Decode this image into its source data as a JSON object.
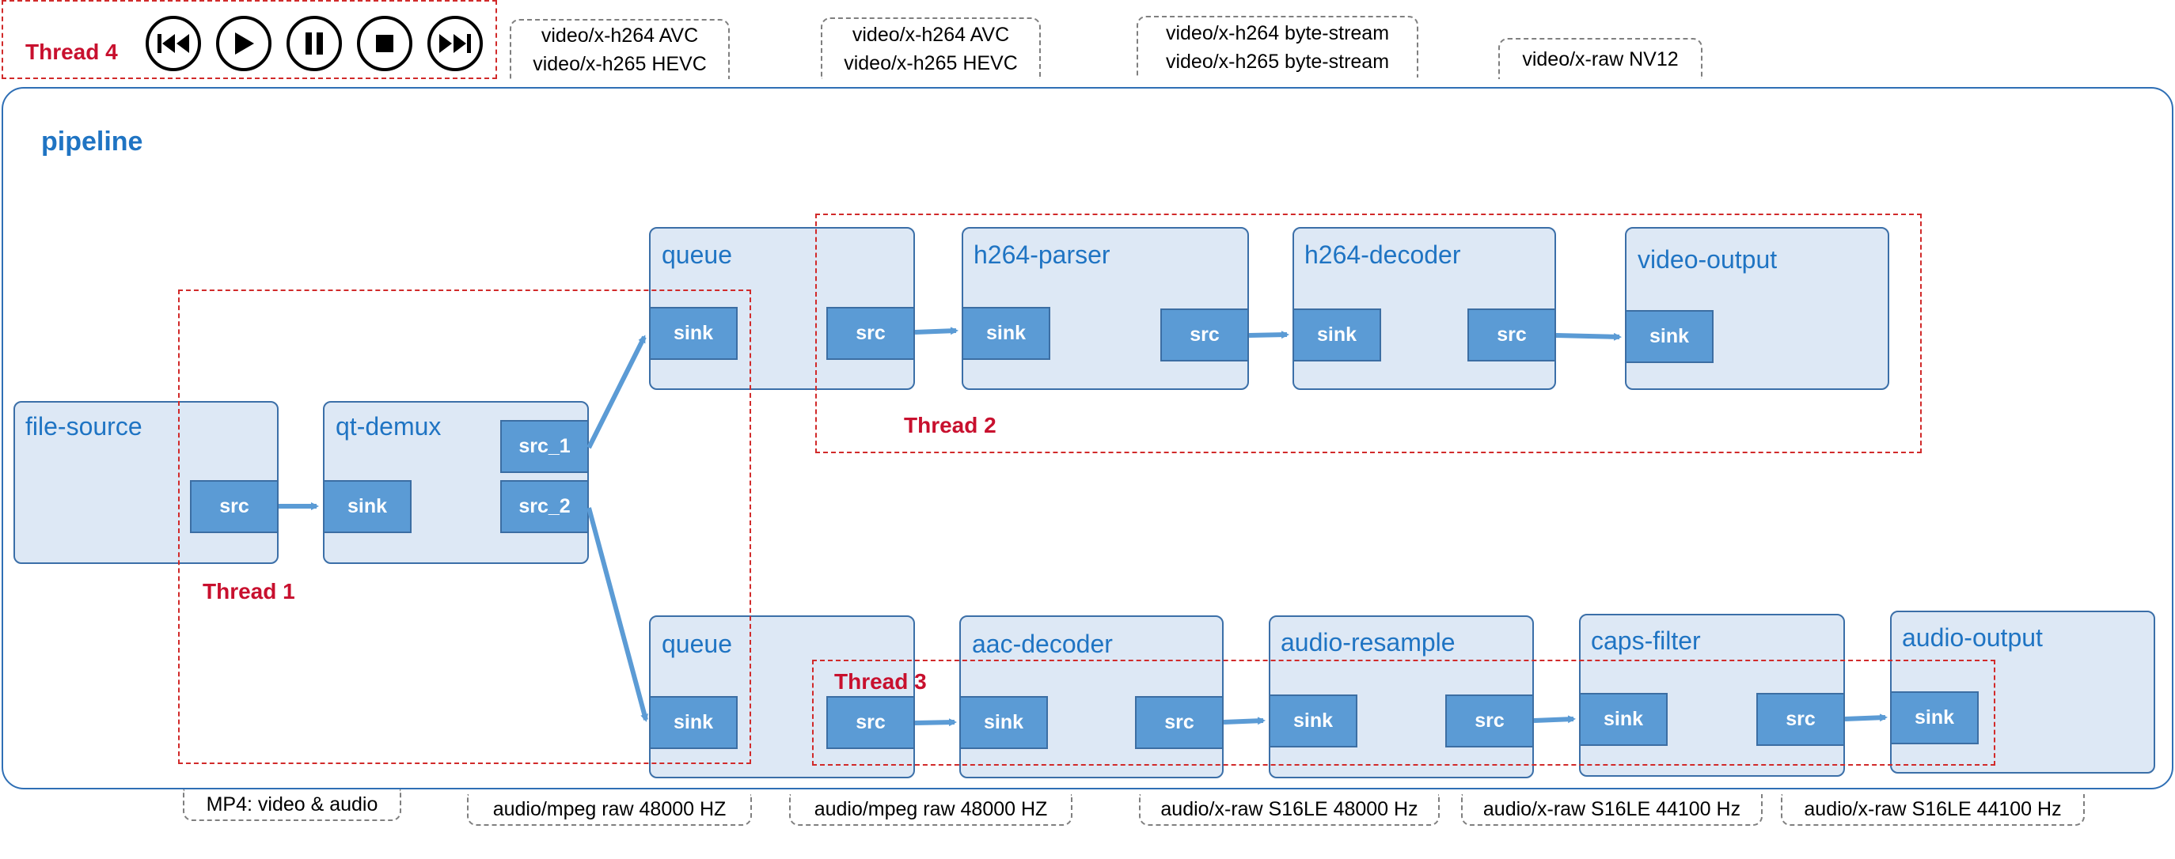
{
  "pipeline": {
    "title": "pipeline"
  },
  "elements": {
    "file_source": {
      "title": "file-source",
      "src": "src"
    },
    "qt_demux": {
      "title": "qt-demux",
      "sink": "sink",
      "src_1": "src_1",
      "src_2": "src_2"
    },
    "queue_video": {
      "title": "queue",
      "sink": "sink",
      "src": "src"
    },
    "h264_parser": {
      "title": "h264-parser",
      "sink": "sink",
      "src": "src"
    },
    "h264_decoder": {
      "title": "h264-decoder",
      "sink": "sink",
      "src": "src"
    },
    "video_output": {
      "title": "video-output",
      "sink": "sink"
    },
    "queue_audio": {
      "title": "queue",
      "sink": "sink",
      "src": "src"
    },
    "aac_decoder": {
      "title": "aac-decoder",
      "sink": "sink",
      "src": "src"
    },
    "audio_resample": {
      "title": "audio-resample",
      "sink": "sink",
      "src": "src"
    },
    "caps_filter": {
      "title": "caps-filter",
      "sink": "sink",
      "src": "src"
    },
    "audio_output": {
      "title": "audio-output",
      "sink": "sink"
    }
  },
  "threads": {
    "thread1": "Thread 1",
    "thread2": "Thread 2",
    "thread3": "Thread 3",
    "thread4": "Thread 4"
  },
  "controls": [
    "skip-back-icon",
    "play-icon",
    "pause-icon",
    "stop-icon",
    "skip-forward-icon"
  ],
  "caps_top": [
    {
      "line1": "video/x-h264 AVC",
      "line2": "video/x-h265 HEVC"
    },
    {
      "line1": "video/x-h264 AVC",
      "line2": "video/x-h265 HEVC"
    },
    {
      "line1": "video/x-h264 byte-stream",
      "line2": "video/x-h265 byte-stream"
    },
    {
      "line1": "video/x-raw NV12"
    }
  ],
  "caps_bottom": [
    "MP4: video & audio",
    "audio/mpeg raw 48000 HZ",
    "audio/mpeg raw 48000 HZ",
    "audio/x-raw S16LE 48000 Hz",
    "audio/x-raw S16LE 44100 Hz",
    "audio/x-raw S16LE 44100 Hz"
  ],
  "colors": {
    "element_fill": "#dde8f5",
    "element_border": "#3b6fa8",
    "pad_fill": "#5b9bd5",
    "title_blue": "#1f74c3",
    "link_blue": "#5b9bd5",
    "thread_red": "#d12a2a"
  }
}
